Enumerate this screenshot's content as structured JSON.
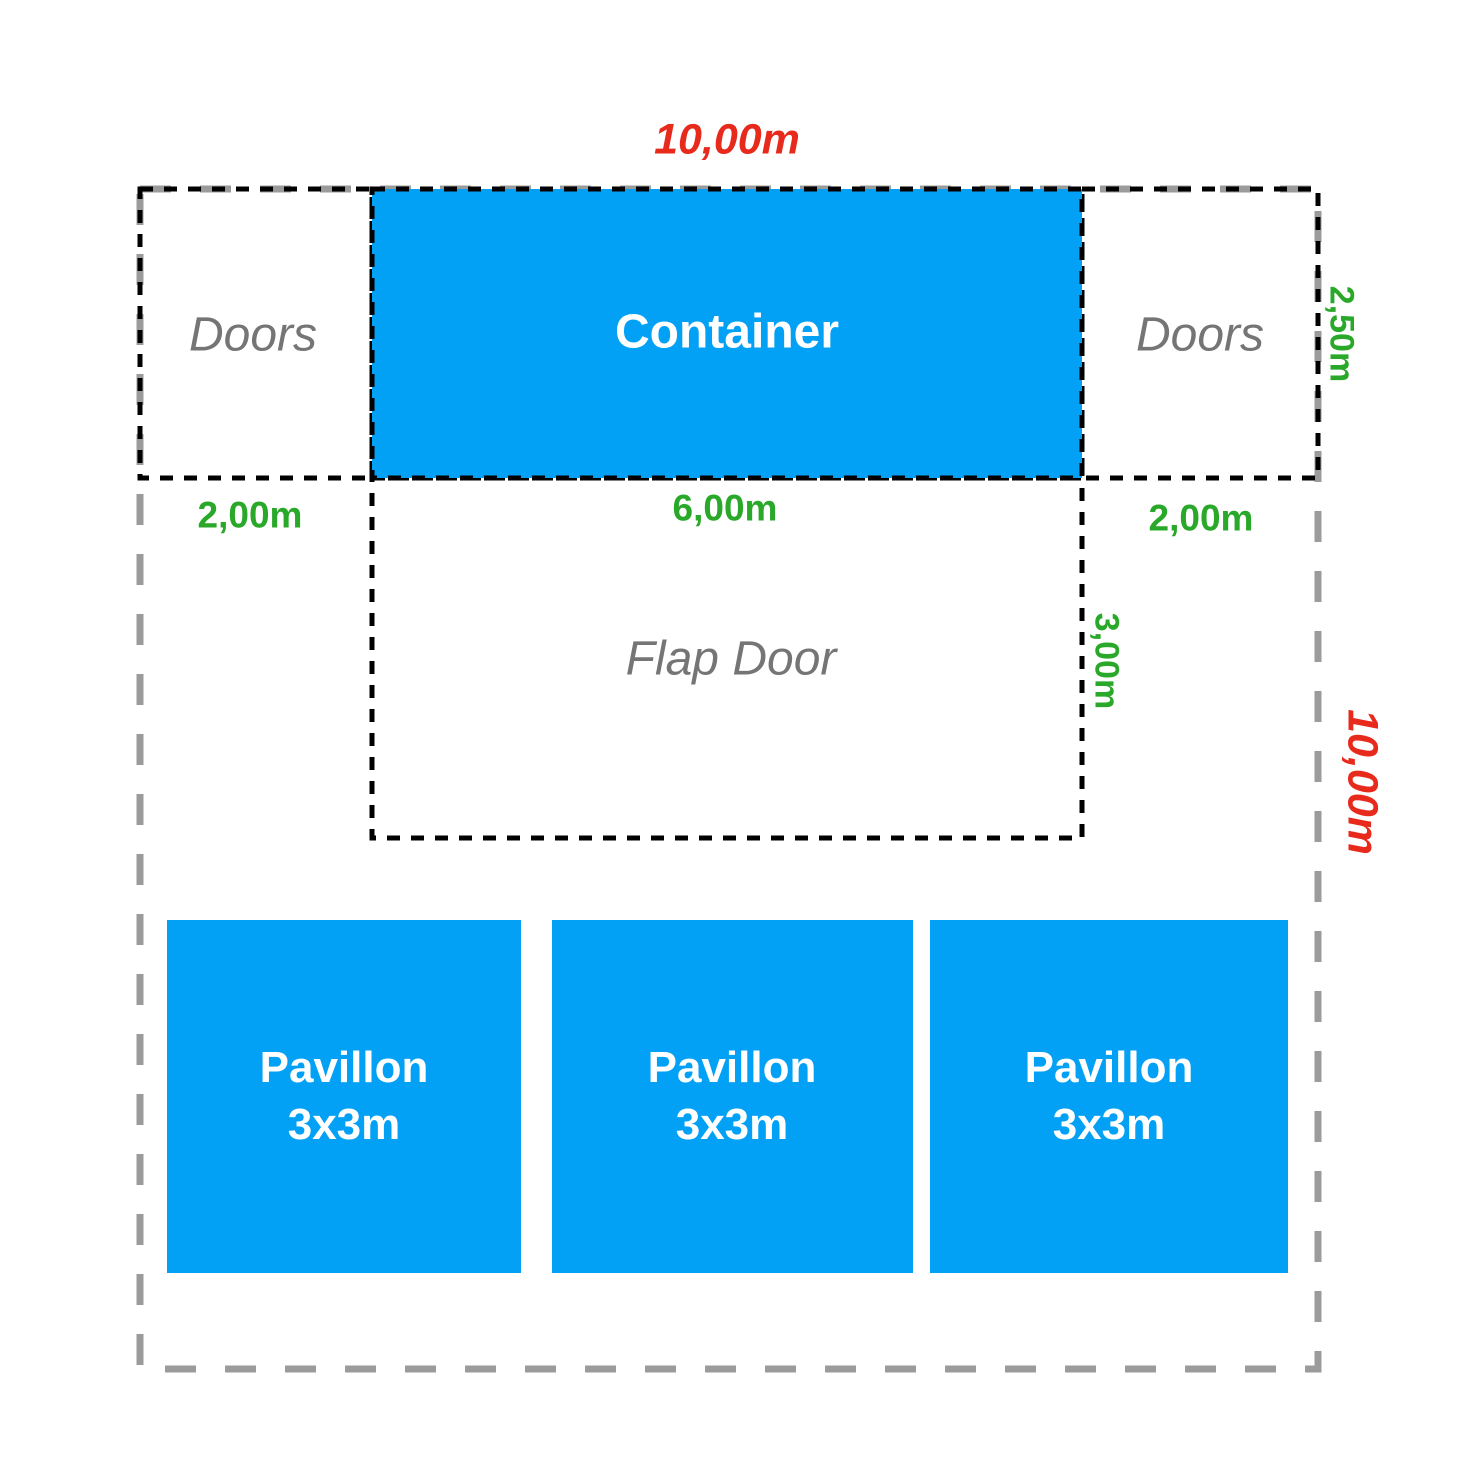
{
  "diagram": {
    "type": "floor-plan",
    "outer_area": {
      "top_width_label": "10,00m",
      "right_height_label": "10,00m"
    },
    "container": {
      "label": "Container",
      "bottom_width_label": "6,00m",
      "right_height_label": "2,50m"
    },
    "doors_left": {
      "label": "Doors",
      "bottom_width_label": "2,00m"
    },
    "doors_right": {
      "label": "Doors",
      "bottom_width_label": "2,00m"
    },
    "flap_door": {
      "label": "Flap Door",
      "right_height_label": "3,00m"
    },
    "pavillons": [
      {
        "line1": "Pavillon",
        "line2": "3x3m"
      },
      {
        "line1": "Pavillon",
        "line2": "3x3m"
      },
      {
        "line1": "Pavillon",
        "line2": "3x3m"
      }
    ],
    "colors": {
      "block_fill_blue": "#03a1f6",
      "dimension_green": "#29a829",
      "dimension_red": "#e72a1c",
      "zone_text_gray": "#757575",
      "boundary_dash_gray": "#9b9b9b",
      "dotted_line_black": "#000000"
    }
  }
}
